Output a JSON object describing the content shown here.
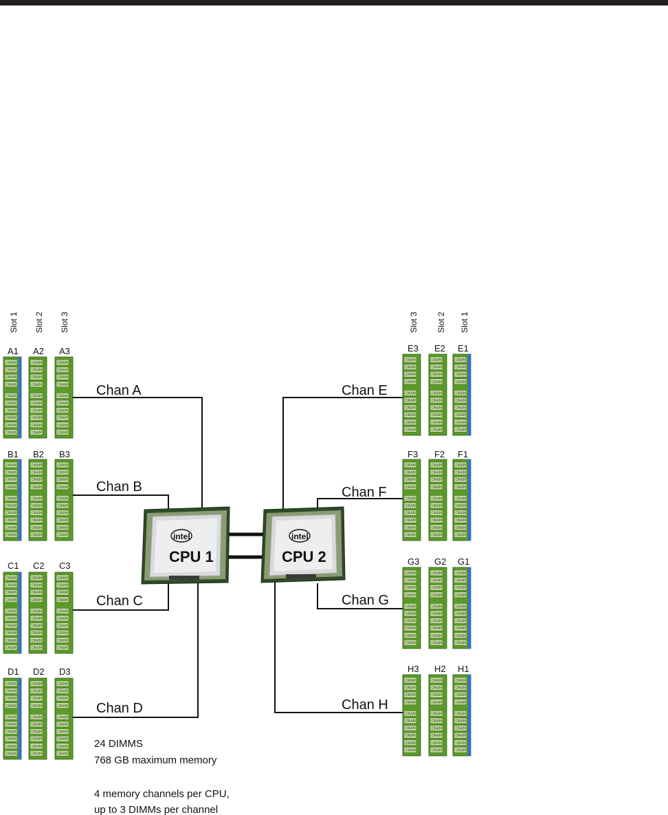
{
  "slot_headers": {
    "left": [
      "Slot 1",
      "Slot 2",
      "Slot 3"
    ],
    "right": [
      "Slot 3",
      "Slot 2",
      "Slot 1"
    ]
  },
  "dram_label": "DRAM",
  "left_groups": [
    {
      "labels": [
        "A1",
        "A2",
        "A3"
      ],
      "channel": "Chan A"
    },
    {
      "labels": [
        "B1",
        "B2",
        "B3"
      ],
      "channel": "Chan B"
    },
    {
      "labels": [
        "C1",
        "C2",
        "C3"
      ],
      "channel": "Chan C"
    },
    {
      "labels": [
        "D1",
        "D2",
        "D3"
      ],
      "channel": "Chan D"
    }
  ],
  "right_groups": [
    {
      "labels": [
        "E3",
        "E2",
        "E1"
      ],
      "channel": "Chan E"
    },
    {
      "labels": [
        "F3",
        "F2",
        "F1"
      ],
      "channel": "Chan F"
    },
    {
      "labels": [
        "G3",
        "G2",
        "G1"
      ],
      "channel": "Chan G"
    },
    {
      "labels": [
        "H3",
        "H2",
        "H1"
      ],
      "channel": "Chan H"
    }
  ],
  "cpus": [
    {
      "brand": "intel",
      "label": "CPU 1"
    },
    {
      "brand": "intel",
      "label": "CPU 2"
    }
  ],
  "notes": {
    "dimm_count": "24 DIMMS",
    "max_memory": "768 GB maximum memory",
    "channels_line1": "4 memory channels per CPU,",
    "channels_line2": "up to 3 DIMMs per channel"
  },
  "colors": {
    "dimm_green": "#5a9a2a",
    "dram_chip": "#c8dca8",
    "slot1_blue": "#2e6fd8",
    "wire": "#111111",
    "cpu_lid": "#d9dadc"
  }
}
